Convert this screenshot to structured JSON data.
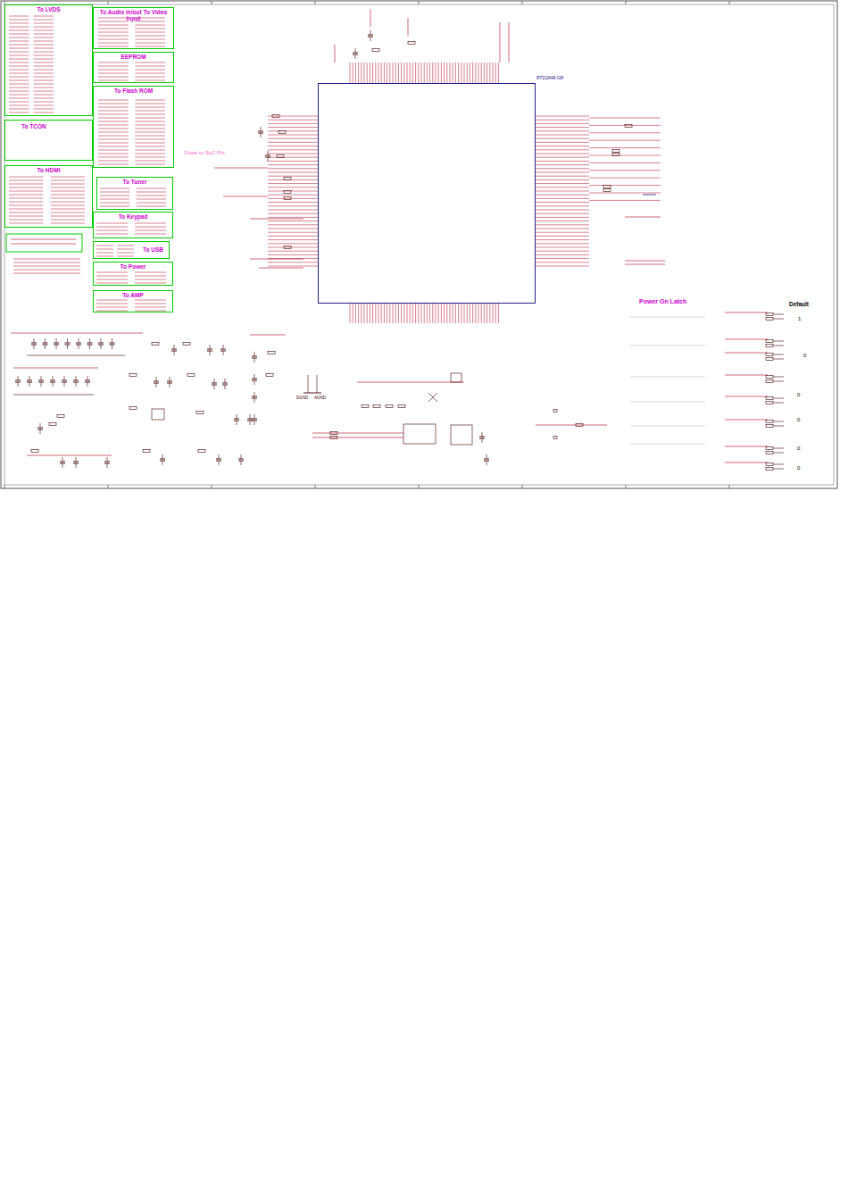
{
  "diagram": {
    "nodes": [
      {
        "text": [
          "To LVDS"
        ]
      },
      {
        "text": [
          "To Audio in/out To Video input"
        ]
      },
      {
        "text": [
          "EEPROM"
        ]
      },
      {
        "text": [
          "To Flash ROM"
        ]
      },
      {
        "text": [
          "To TCON"
        ]
      },
      {
        "text": [
          "To HDMI"
        ]
      },
      {
        "text": [
          "To Tuner"
        ]
      },
      {
        "text": [
          "To Keypad"
        ]
      },
      {
        "text": [
          "To USB"
        ]
      },
      {
        "text": [
          "To Power"
        ]
      },
      {
        "text": [
          "To AMP"
        ]
      },
      {
        "text": [
          "RTD2648-GR"
        ]
      }
    ],
    "labels": [
      "Close to SoC Pin",
      "Power On Latch",
      "Default",
      "1",
      "0",
      "0",
      "0",
      "0",
      "0",
      "DGND",
      "AGND"
    ]
  }
}
